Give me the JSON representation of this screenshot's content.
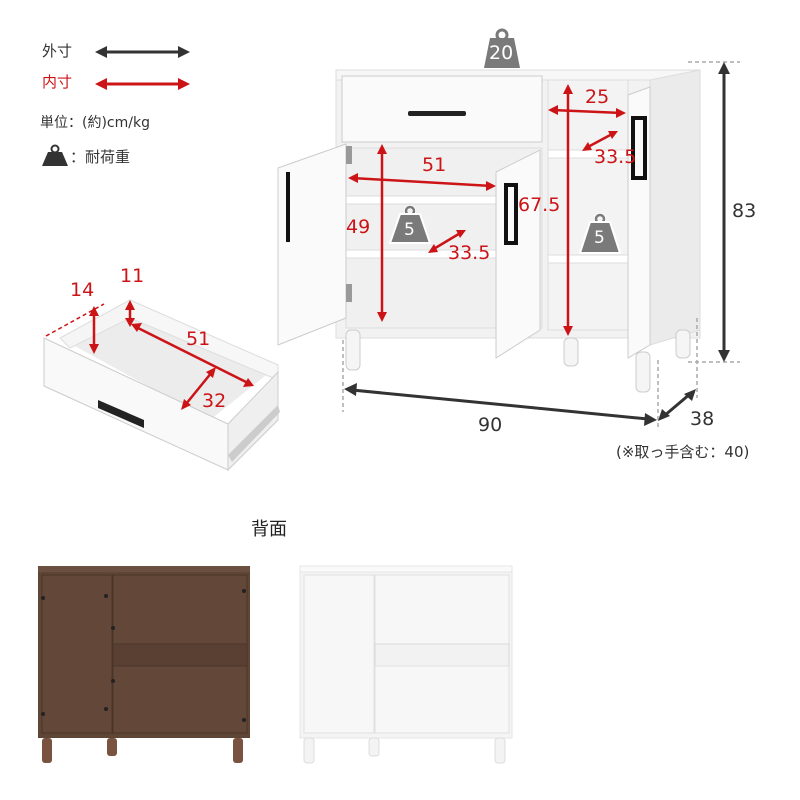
{
  "legend": {
    "outer": {
      "label": "外寸",
      "color": "#333333"
    },
    "inner": {
      "label": "内寸",
      "color": "#cc1417"
    },
    "unit": "単位：(約)cm/kg",
    "load_icon": "weight-icon",
    "load_label": "：耐荷重"
  },
  "cabinet_front": {
    "top_load": "20",
    "shelf_load_left": "5",
    "shelf_load_right": "5",
    "inner_width_left": "51",
    "inner_height_left": "49",
    "inner_depth_left": "33.5",
    "inner_height_right": "67.5",
    "inner_width_right": "25",
    "inner_depth_right": "33.5",
    "outer_height": "83",
    "outer_width": "90",
    "outer_depth": "38",
    "depth_note": "(※取っ手含む：40)"
  },
  "drawer": {
    "outer_height": "14",
    "inner_height": "11",
    "inner_width": "51",
    "inner_depth": "32"
  },
  "back_view": {
    "title": "背面",
    "variants": [
      {
        "name": "brown",
        "color": "#5e4536"
      },
      {
        "name": "white",
        "color": "#f4f4f4"
      }
    ]
  },
  "colors": {
    "accent_red": "#cc1417",
    "dark_arrow": "#333333",
    "weight_gray": "#7a7a7a"
  }
}
